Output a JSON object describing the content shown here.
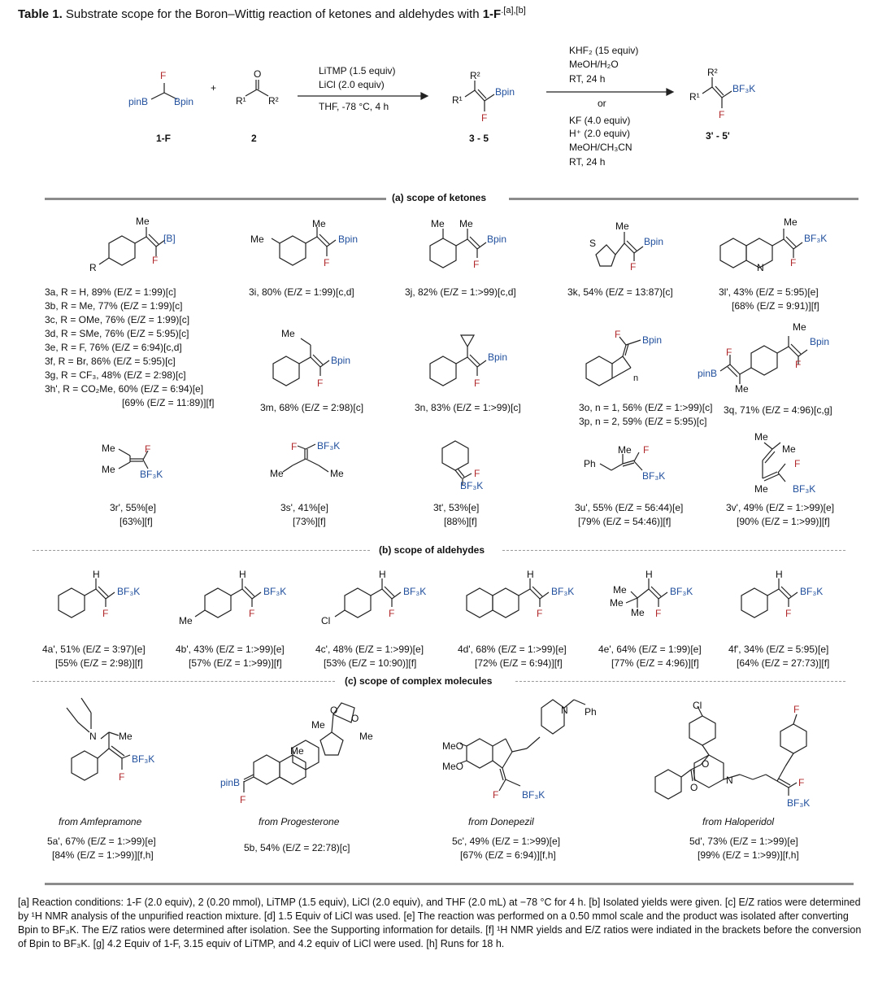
{
  "title": {
    "label": "Table 1.",
    "text": " Substrate scope for the Boron–Wittig reaction of ketones and aldehydes with ",
    "reagent": "1-F",
    "notes": ".[a],[b]"
  },
  "scheme": {
    "reagent_left": {
      "F": "F",
      "pinB": "pinB",
      "Bpin": "Bpin",
      "label": "1-F"
    },
    "plus": "+",
    "carbonyl": {
      "O": "O",
      "R1": "R¹",
      "R2": "R²",
      "label": "2"
    },
    "conditions1": [
      "LiTMP (1.5 equiv)",
      "LiCl (2.0 equiv)",
      "THF, -78 °C, 4 h"
    ],
    "intermediate": {
      "R2": "R²",
      "R1": "R¹",
      "Bpin": "Bpin",
      "F": "F",
      "label": "3 - 5"
    },
    "conditions2_top": [
      "KHF₂ (15 equiv)",
      "MeOH/H₂O",
      "RT,  24 h"
    ],
    "or": "or",
    "conditions2_bottom": [
      "KF (4.0 equiv)",
      "H⁺ (2.0 equiv)",
      "MeOH/CH₃CN",
      "RT,  24 h"
    ],
    "product": {
      "R2": "R²",
      "R1": "R¹",
      "BF3K": "BF₃K",
      "F": "F",
      "label": "3' - 5'"
    }
  },
  "sections": {
    "ketones": "(a) scope of ketones",
    "aldehydes": "(b) scope of aldehydes",
    "complex": "(c) scope of complex molecules"
  },
  "ketone_row1": {
    "a_list": [
      "3a, R = H, 89% (E/Z = 1:99)[c]",
      "3b, R = Me, 77% (E/Z = 1:99)[c]",
      "3c, R = OMe, 76% (E/Z = 1:99)[c]",
      "3d, R = SMe, 76% (E/Z = 5:95)[c]",
      "3e, R = F, 76% (E/Z = 6:94)[c,d]",
      "3f, R = Br, 86% (E/Z = 5:95)[c]",
      "3g, R = CF₃, 48% (E/Z = 2:98)[c]",
      "3h', R = CO₂Me, 60% (E/Z = 6:94)[e]",
      "[69% (E/Z = 11:89)][f]"
    ],
    "i": "3i, 80% (E/Z = 1:99)[c,d]",
    "j": "3j, 82% (E/Z = 1:>99)[c,d]",
    "k": "3k, 54% (E/Z = 13:87)[c]",
    "l": "3l', 43% (E/Z = 5:95)[e]",
    "l2": "[68% (E/Z = 9:91)][f]"
  },
  "ketone_row2": {
    "m": "3m, 68% (E/Z = 2:98)[c]",
    "n": "3n, 83% (E/Z = 1:>99)[c]",
    "o": "3o, n = 1, 56% (E/Z = 1:>99)[c]",
    "p": "3p, n = 2, 59% (E/Z = 5:95)[c]",
    "q": "3q, 71% (E/Z = 4:96)[c,g]"
  },
  "ketone_row3": {
    "r": "3r', 55%[e]",
    "r2": "[63%][f]",
    "s": "3s', 41%[e]",
    "s2": "[73%][f]",
    "t": "3t', 53%[e]",
    "t2": "[88%][f]",
    "u": "3u', 55% (E/Z = 56:44)[e]",
    "u2": "[79% (E/Z = 54:46)][f]",
    "v": "3v', 49% (E/Z = 1:>99)[e]",
    "v2": "[90% (E/Z = 1:>99)][f]"
  },
  "aldehydes": [
    {
      "line1": "4a', 51% (E/Z = 3:97)[e]",
      "line2": "[55% (E/Z = 2:98)][f]"
    },
    {
      "line1": "4b', 43% (E/Z = 1:>99)[e]",
      "line2": "[57% (E/Z = 1:>99)][f]"
    },
    {
      "line1": "4c', 48% (E/Z = 1:>99)[e]",
      "line2": "[53% (E/Z = 10:90)][f]"
    },
    {
      "line1": "4d', 68% (E/Z = 1:>99)[e]",
      "line2": "[72% (E/Z = 6:94)][f]"
    },
    {
      "line1": "4e', 64% (E/Z = 1:99)[e]",
      "line2": "[77% (E/Z = 4:96)][f]"
    },
    {
      "line1": "4f', 34% (E/Z = 5:95)[e]",
      "line2": "[64% (E/Z = 27:73)][f]"
    }
  ],
  "complex": [
    {
      "from": "from Amfepramone",
      "line1": "5a', 67% (E/Z = 1:>99)[e]",
      "line2": "[84% (E/Z = 1:>99)][f,h]"
    },
    {
      "from": "from Progesterone",
      "line1": "5b, 54% (E/Z = 22:78)[c]",
      "line2": ""
    },
    {
      "from": "from Donepezil",
      "line1": "5c', 49% (E/Z = 1:>99)[e]",
      "line2": "[67% (E/Z = 6:94)][f,h]"
    },
    {
      "from": "from Haloperidol",
      "line1": "5d', 73% (E/Z = 1:>99)[e]",
      "line2": "[99% (E/Z = 1:>99)][f,h]"
    }
  ],
  "atoms": {
    "Me": "Me",
    "F": "F",
    "Bpin": "Bpin",
    "B": "[B]",
    "R": "R",
    "BF3K": "BF₃K",
    "S": "S",
    "N": "N",
    "H": "H",
    "Cl": "Cl",
    "Ph": "Ph",
    "pinB": "pinB",
    "MeO": "MeO",
    "O": "O",
    "n": "n"
  },
  "footnote": "[a] Reaction conditions: 1-F (2.0 equiv), 2 (0.20 mmol), LiTMP (1.5 equiv), LiCl (2.0 equiv), and THF (2.0 mL) at −78 °C for 4 h. [b] Isolated yields were given. [c] E/Z ratios were determined by ¹H NMR analysis of the unpurified reaction mixture. [d] 1.5 Equiv of LiCl was used. [e] The reaction was performed on a 0.50 mmol scale and the product was isolated after converting Bpin to BF₃K. The E/Z ratios were determined after isolation. See the Supporting information for details. [f] ¹H NMR yields and E/Z ratios were indiated in the brackets before the conversion of Bpin to BF₃K. [g] 4.2 Equiv of 1-F, 3.15 equiv of LiTMP, and 4.2 equiv of LiCl were used. [h] Runs for 18 h."
}
